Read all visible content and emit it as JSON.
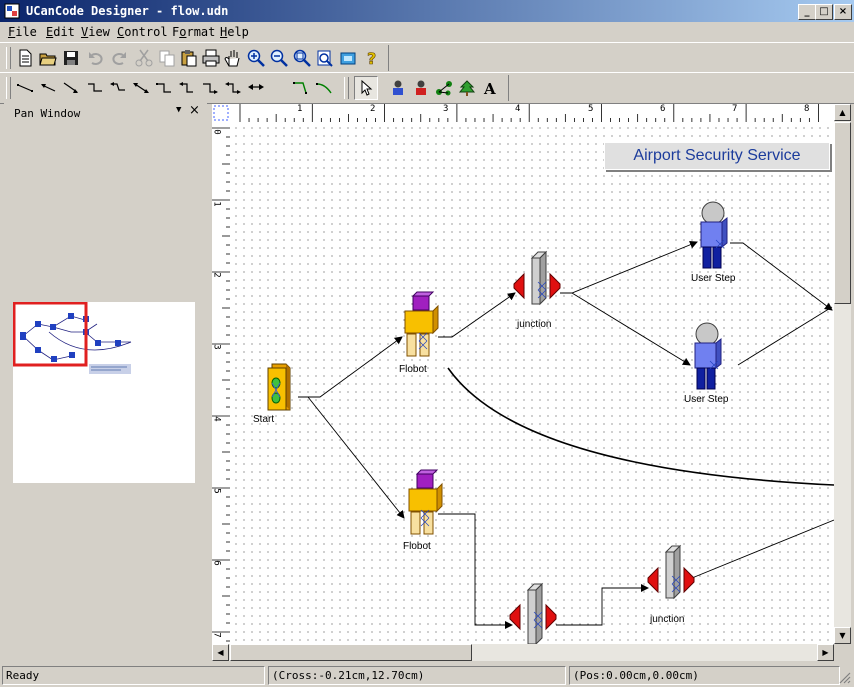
{
  "window": {
    "title": "UCanCode Designer - flow.udn",
    "controls": [
      "minimize",
      "maximize",
      "close"
    ]
  },
  "menu": [
    {
      "label": "File",
      "ul": "F"
    },
    {
      "label": "Edit",
      "ul": "E"
    },
    {
      "label": "View",
      "ul": "V"
    },
    {
      "label": "Control",
      "ul": "C"
    },
    {
      "label": "Format",
      "ul": "o"
    },
    {
      "label": "Help",
      "ul": "H"
    }
  ],
  "toolbar1": [
    "new-file-icon",
    "open-folder-icon",
    "save-icon",
    "undo-icon",
    "redo-icon",
    "cut-icon",
    "copy-icon",
    "paste-icon",
    "print-icon",
    "pan-hand-icon",
    "zoom-in-icon",
    "zoom-out-icon",
    "zoom-fit-icon",
    "zoom-page-icon",
    "frame-icon",
    "help-icon"
  ],
  "toolbar2": [
    "link-straight-icon",
    "link-arrow-start-icon",
    "link-arrow-end-icon",
    "link-elbow-icon",
    "link-elbow-arrow-icon",
    "link-both-arrows-icon",
    "link-orthogonal-icon",
    "link-ortho-arrow-icon",
    "link-ortho-curve-icon",
    "link-ortho-reverse-icon",
    "link-bi-icon",
    "link-polyline-icon",
    "link-curve-icon",
    "select-pointer-icon",
    "user-blue-icon",
    "user-red-icon",
    "link-nodes-icon",
    "tree-icon",
    "text-tool-icon"
  ],
  "pan_window": {
    "title": "Pan Window"
  },
  "ruler": {
    "h_ticks": [
      "1",
      "2",
      "3",
      "4",
      "5",
      "6",
      "7",
      "8"
    ],
    "v_ticks": [
      "0",
      "1",
      "2",
      "3",
      "4",
      "5",
      "6",
      "7"
    ]
  },
  "diagram": {
    "banner": "Airport Security Service",
    "labels": {
      "start": "Start",
      "flobot1": "Flobot",
      "flobot2": "Flobot",
      "junction1": "junction",
      "junction2": "junction",
      "user1": "User Step",
      "user2": "User Step"
    }
  },
  "status": {
    "ready": "Ready",
    "cross": "(Cross:-0.21cm,12.70cm)",
    "pos": "(Pos:0.00cm,0.00cm)"
  },
  "colors": {
    "title_start": "#0a246a",
    "title_end": "#a6caf0",
    "chrome": "#d4d0c8",
    "banner_text": "#1c3c9c",
    "pan_frame": "#e02020"
  }
}
